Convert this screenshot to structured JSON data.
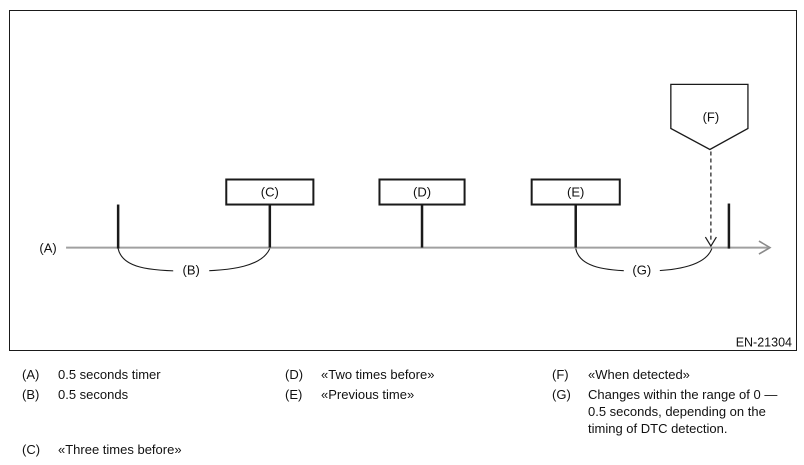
{
  "diagram": {
    "ref_code": "EN-21304",
    "labels": {
      "a": "(A)",
      "b": "(B)",
      "c": "(C)",
      "d": "(D)",
      "e": "(E)",
      "f": "(F)",
      "g": "(G)"
    }
  },
  "legend": {
    "a": {
      "key": "(A)",
      "text": "0.5 seconds timer"
    },
    "b": {
      "key": "(B)",
      "text": "0.5 seconds"
    },
    "c": {
      "key": "(C)",
      "text": "«Three times before»"
    },
    "d": {
      "key": "(D)",
      "text": "«Two times before»"
    },
    "e": {
      "key": "(E)",
      "text": "«Previous time»"
    },
    "f": {
      "key": "(F)",
      "text": "«When detected»"
    },
    "g": {
      "key": "(G)",
      "lines": [
        "Changes within the range of 0 —",
        "0.5 seconds, depending on the",
        "timing of DTC detection."
      ]
    }
  }
}
